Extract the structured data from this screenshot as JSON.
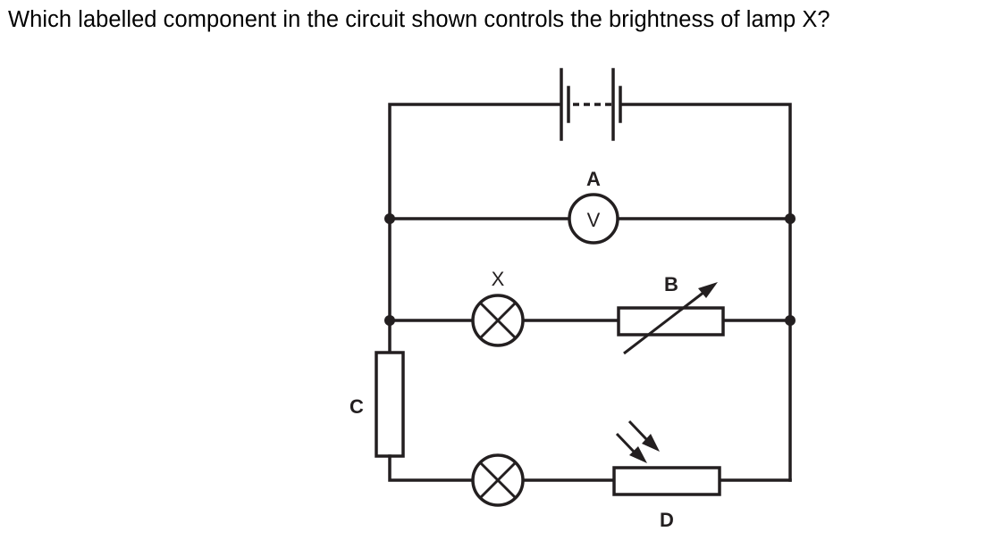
{
  "question": {
    "text": "Which labelled component in the circuit shown controls the brightness of lamp X?"
  },
  "diagram": {
    "type": "circuit",
    "labels": {
      "A": "A",
      "B": "B",
      "C": "C",
      "D": "D",
      "X": "X",
      "voltmeter_symbol": "V"
    },
    "components": [
      {
        "id": "battery",
        "kind": "battery-of-cells",
        "position": "top wire"
      },
      {
        "id": "A",
        "kind": "voltmeter",
        "branch": 1
      },
      {
        "id": "X",
        "kind": "lamp",
        "branch": 2
      },
      {
        "id": "B",
        "kind": "variable-resistor",
        "branch": 2
      },
      {
        "id": "C",
        "kind": "fixed-resistor",
        "branch": 3
      },
      {
        "id": "lamp-2",
        "kind": "lamp",
        "branch": 3
      },
      {
        "id": "D",
        "kind": "light-dependent-resistor",
        "branch": 3
      }
    ],
    "colors": {
      "ink": "#231f20",
      "background": "#ffffff"
    }
  }
}
